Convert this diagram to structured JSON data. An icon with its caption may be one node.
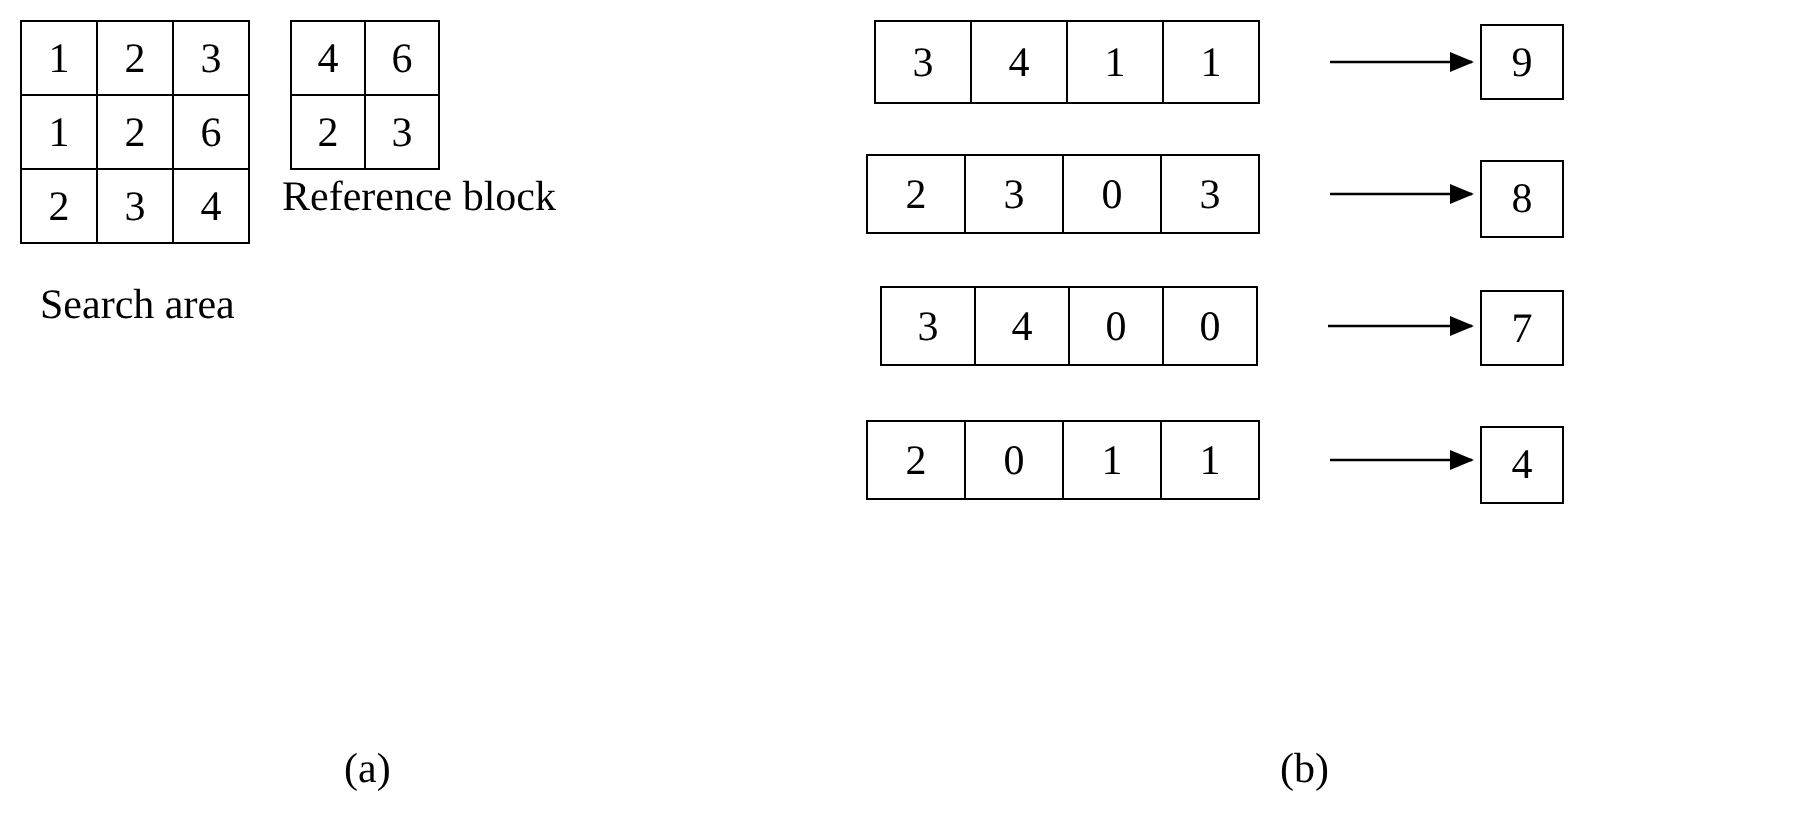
{
  "diagram": {
    "nodes": [
      {
        "text": [
          "3",
          "4",
          "1",
          "1"
        ]
      },
      {
        "text": [
          "9"
        ]
      },
      {
        "text": [
          "2",
          "3",
          "0",
          "3"
        ]
      },
      {
        "text": [
          "8"
        ]
      },
      {
        "text": [
          "3",
          "4",
          "0",
          "0"
        ]
      },
      {
        "text": [
          "7"
        ]
      },
      {
        "text": [
          "2",
          "0",
          "1",
          "1"
        ]
      },
      {
        "text": [
          "4"
        ]
      }
    ],
    "edges": [
      {
        "from": 0,
        "to": 1,
        "arrow": "to"
      },
      {
        "from": 2,
        "to": 3,
        "arrow": "to"
      },
      {
        "from": 4,
        "to": 5,
        "arrow": "to"
      },
      {
        "from": 6,
        "to": 7,
        "arrow": "to"
      }
    ],
    "labels": [
      "1",
      "2",
      "3",
      "1",
      "2",
      "6",
      "2",
      "3",
      "4",
      "4",
      "6",
      "2",
      "3",
      "Reference block",
      "Search area",
      "(a)",
      "(b)"
    ]
  }
}
